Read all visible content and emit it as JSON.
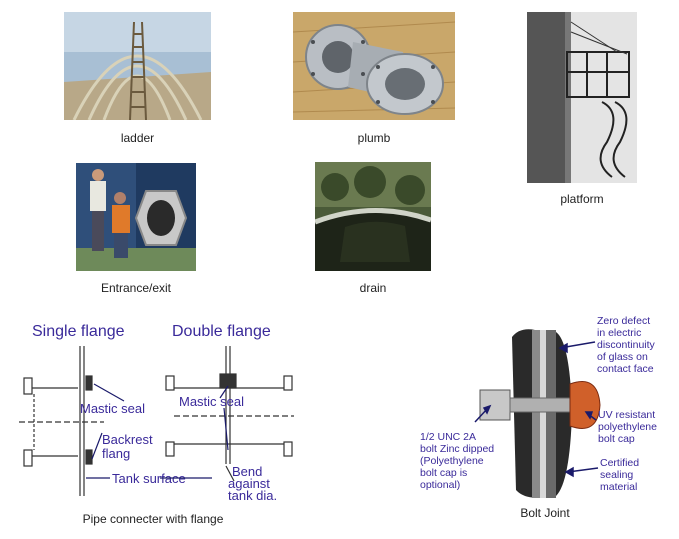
{
  "captions": {
    "ladder": "ladder",
    "plumb": "plumb",
    "platform": "platform",
    "entrance": "Entrance/exit",
    "drain": "drain",
    "pipe": "Pipe connecter with flange",
    "bolt": "Bolt Joint"
  },
  "pipe_diagram": {
    "single_title": "Single flange",
    "double_title": "Double flange",
    "mastic_seal_1": "Mastic seal",
    "mastic_seal_2": "Mastic seal",
    "backrest_1": "Backrest",
    "backrest_2": "flang",
    "tank_surface": "Tank surface",
    "bend_1": "Bend",
    "bend_2": "against",
    "bend_3": "tank dia."
  },
  "bolt_diagram": {
    "defect_1": "Zero defect",
    "defect_2": "in electric",
    "defect_3": "discontinuity",
    "defect_4": "of glass on",
    "defect_5": "contact face",
    "uv_1": "UV resistant",
    "uv_2": "polyethylene",
    "uv_3": "bolt cap",
    "unc_1": "1/2 UNC 2A",
    "unc_2": "bolt Zinc dipped",
    "unc_3": "(Polyethylene",
    "unc_4": "bolt cap is",
    "unc_5": "optional)",
    "cert_1": "Certified",
    "cert_2": "sealing",
    "cert_3": "material"
  },
  "colors": {
    "diagram_text": "#3a2a9a",
    "arrow": "#1a1a6a"
  }
}
